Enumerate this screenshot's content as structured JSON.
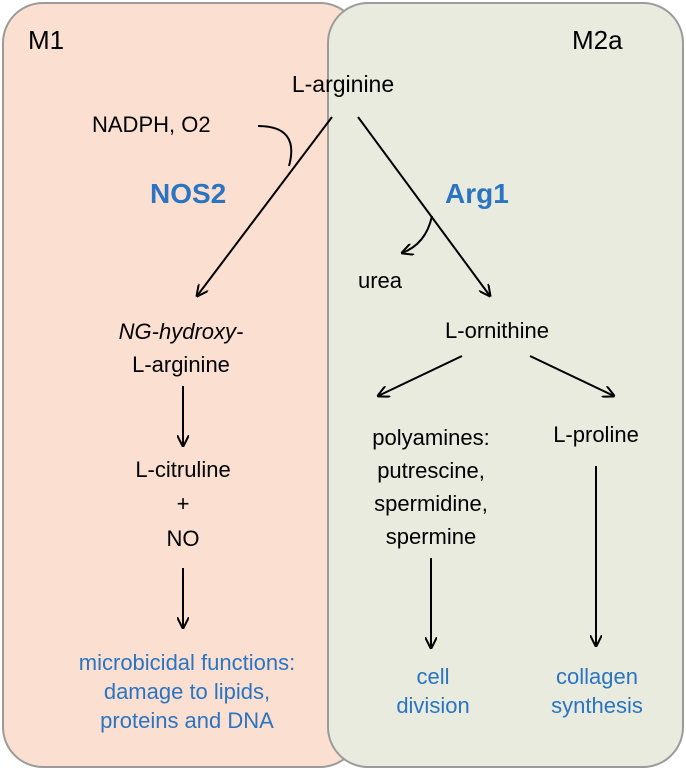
{
  "colors": {
    "m1_background": "#fbe0d2",
    "m2a_background": "#e9ebde",
    "panel_border": "#9b9b9b",
    "enzyme_text": "#2a74c2",
    "function_text": "#2a74c2",
    "arrow": "#000000",
    "text": "#000000"
  },
  "panels": {
    "m1": {
      "title": "M1"
    },
    "m2a": {
      "title": "M2a"
    }
  },
  "substrate": {
    "name": "L-arginine",
    "cofactors": "NADPH, O2"
  },
  "enzymes": {
    "nos2": "NOS2",
    "arg1": "Arg1"
  },
  "nos2_pathway": {
    "intermediate_prefix": "NG-hydroxy-",
    "intermediate_name": "L-arginine",
    "products_line1": "L-citruline",
    "products_plus": "+",
    "products_line2": "NO",
    "function_lines": [
      "microbicidal functions:",
      "damage to lipids,",
      "proteins and DNA"
    ]
  },
  "arg1_pathway": {
    "byproduct": "urea",
    "product": "L-ornithine",
    "polyamines_lines": [
      "polyamines:",
      "putrescine,",
      "spermidine,",
      "spermine"
    ],
    "proline": "L-proline",
    "cell_division_lines": [
      "cell",
      "division"
    ],
    "collagen_lines": [
      "collagen",
      "synthesis"
    ]
  }
}
